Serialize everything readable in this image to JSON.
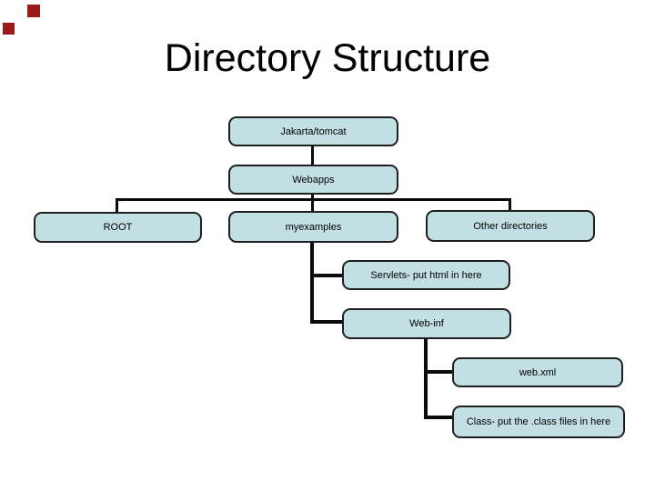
{
  "slide": {
    "title": "Directory Structure",
    "background_color": "#ffffff",
    "accent_color": "#9b1b1b"
  },
  "diagram": {
    "node_fill_color": "#c2dfe3",
    "node_border_color": "#1f1f1f",
    "connector_color": "#0a0a0a",
    "nodes": {
      "jakarta": {
        "label": "Jakarta/tomcat"
      },
      "webapps": {
        "label": "Webapps"
      },
      "root": {
        "label": "ROOT"
      },
      "myexamples": {
        "label": "myexamples"
      },
      "other": {
        "label": "Other directories"
      },
      "servlets": {
        "label": "Servlets- put html in here"
      },
      "webinf": {
        "label": "Web-inf"
      },
      "webxml": {
        "label": "web.xml"
      },
      "classfiles": {
        "label": "Class- put the .class files in here"
      }
    },
    "edges": [
      "Jakarta/tomcat > Webapps",
      "Webapps > ROOT",
      "Webapps > myexamples",
      "Webapps > Other directories",
      "myexamples > Servlets- put html in here",
      "myexamples > Web-inf",
      "Web-inf > web.xml",
      "Web-inf > Class- put the .class files in here"
    ]
  }
}
